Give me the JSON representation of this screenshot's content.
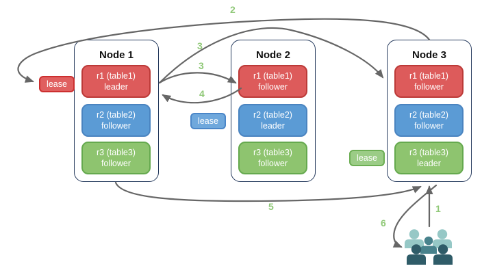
{
  "nodes": [
    {
      "title": "Node 1",
      "replicas": [
        {
          "name": "r1 (table1)",
          "role": "leader",
          "color": "red"
        },
        {
          "name": "r2 (table2)",
          "role": "follower",
          "color": "blue"
        },
        {
          "name": "r3 (table3)",
          "role": "follower",
          "color": "green"
        }
      ]
    },
    {
      "title": "Node 2",
      "replicas": [
        {
          "name": "r1 (table1)",
          "role": "follower",
          "color": "red"
        },
        {
          "name": "r2 (table2)",
          "role": "leader",
          "color": "blue"
        },
        {
          "name": "r3 (table3)",
          "role": "follower",
          "color": "green"
        }
      ]
    },
    {
      "title": "Node 3",
      "replicas": [
        {
          "name": "r1 (table1)",
          "role": "follower",
          "color": "red"
        },
        {
          "name": "r2 (table2)",
          "role": "follower",
          "color": "blue"
        },
        {
          "name": "r3 (table3)",
          "role": "leader",
          "color": "green"
        }
      ]
    }
  ],
  "leases": [
    {
      "label": "lease",
      "range": "r1",
      "color": "red"
    },
    {
      "label": "lease",
      "range": "r2",
      "color": "blue"
    },
    {
      "label": "lease",
      "range": "r3",
      "color": "green"
    }
  ],
  "steps": {
    "s1": "1",
    "s2": "2",
    "s3a": "3",
    "s3b": "3",
    "s4": "4",
    "s5": "5",
    "s6": "6"
  },
  "icons": {
    "users_group": "users-icon"
  },
  "colors": {
    "node_border": "#24395c",
    "replica_red_fill": "#dd5b5b",
    "replica_red_border": "#bc3a38",
    "replica_blue_fill": "#5b9bd5",
    "replica_blue_border": "#4a84c0",
    "replica_green_fill": "#8ec46f",
    "replica_green_border": "#65a94e",
    "lease_red_fill": "#e05f5f",
    "lease_red_border": "#cc2f2f",
    "lease_blue_fill": "#6fa8dc",
    "lease_blue_border": "#4a86c8",
    "lease_green_fill": "#9bcc86",
    "lease_green_border": "#6cae53",
    "arrow": "#666666",
    "step_label": "#8fc877",
    "users_light": "#96c8c6",
    "users_medium": "#48828c",
    "users_dark": "#2f5c68"
  }
}
